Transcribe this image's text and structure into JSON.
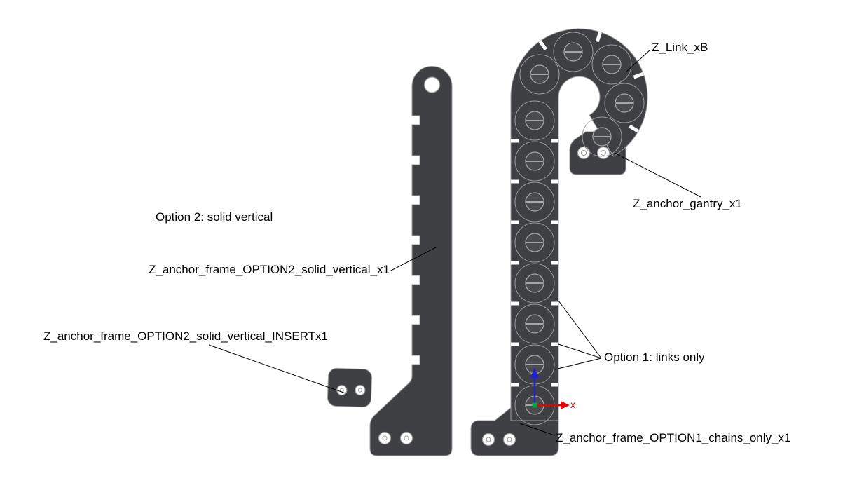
{
  "scene": {
    "colors": {
      "background": "#ffffff",
      "part_fill": "#3f4043",
      "edge_stroke": "#9c9c9c",
      "screw_fill": "#4a4b4f",
      "screw_stroke": "#a6a6a6",
      "leader": "#000000",
      "axis_x": "#e60000",
      "axis_z": "#2222cc",
      "origin": "#00a33d"
    }
  },
  "labels": {
    "z_link": "Z_Link_xB",
    "z_anchor_gantry": "Z_anchor_gantry_x1",
    "option2_header": "Option 2: solid vertical",
    "option2_frame": "Z_anchor_frame_OPTION2_solid_vertical_x1",
    "option2_insert": "Z_anchor_frame_OPTION2_solid_vertical_INSERTx1",
    "option1_header": "Option 1: links only",
    "option1_frame": "Z_anchor_frame_OPTION1_chains_only_x1",
    "axis_x": "x"
  }
}
